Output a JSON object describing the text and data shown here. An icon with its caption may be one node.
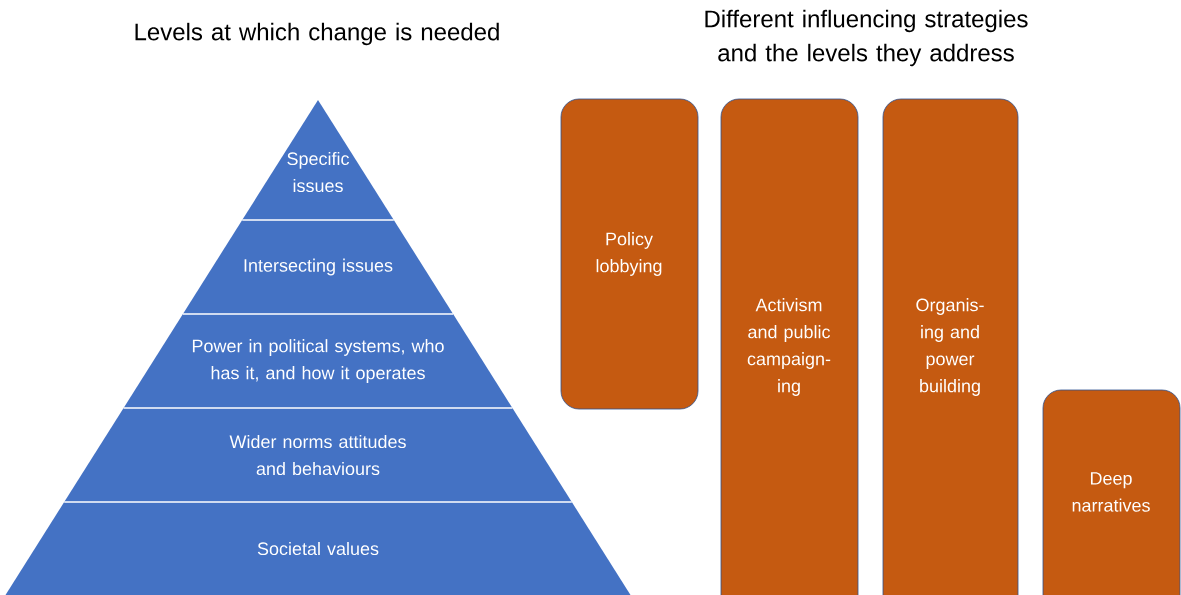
{
  "diagram": {
    "nodes": [
      {
        "text": [
          "Specific issues"
        ]
      },
      {
        "text": [
          "Intersecting issues"
        ]
      },
      {
        "text": [
          "Power in political systems, who has it, and how it operates"
        ]
      },
      {
        "text": [
          "Wider norms attitudes and behaviours"
        ]
      },
      {
        "text": [
          "Societal values"
        ]
      },
      {
        "text": [
          "Policy lobbying"
        ]
      },
      {
        "text": [
          "Activism and public campaign- ing"
        ]
      },
      {
        "text": [
          "Organis- ing and power building"
        ]
      },
      {
        "text": [
          "Deep narratives"
        ]
      }
    ],
    "labels": [
      "Levels at which change is needed",
      "Different influencing strategies and the levels they address"
    ]
  }
}
